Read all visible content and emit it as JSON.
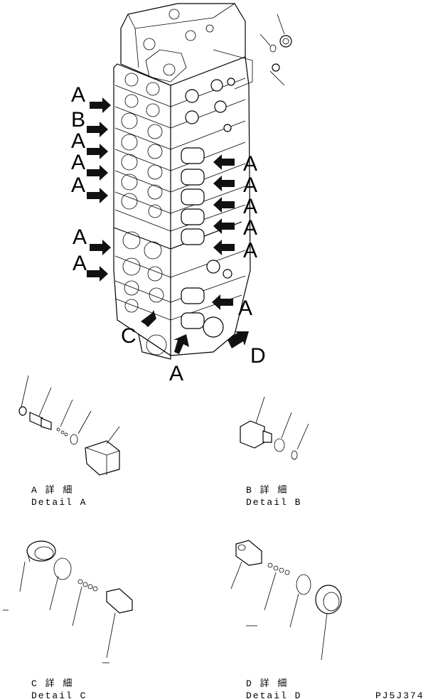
{
  "diagram": {
    "callouts_left": [
      "A",
      "B",
      "A",
      "A",
      "A",
      "A",
      "A"
    ],
    "callouts_right": [
      "A",
      "A",
      "A",
      "A",
      "A",
      "A"
    ],
    "callout_c": "C",
    "callout_d": "D",
    "callout_bottom": "A"
  },
  "details": [
    {
      "jp": "A 詳 細",
      "en": "Detail A"
    },
    {
      "jp": "B 詳 細",
      "en": "Detail B"
    },
    {
      "jp": "C 詳 細",
      "en": "Detail C"
    },
    {
      "jp": "D 詳 細",
      "en": "Detail D"
    }
  ],
  "part_code": "PJ5J374"
}
